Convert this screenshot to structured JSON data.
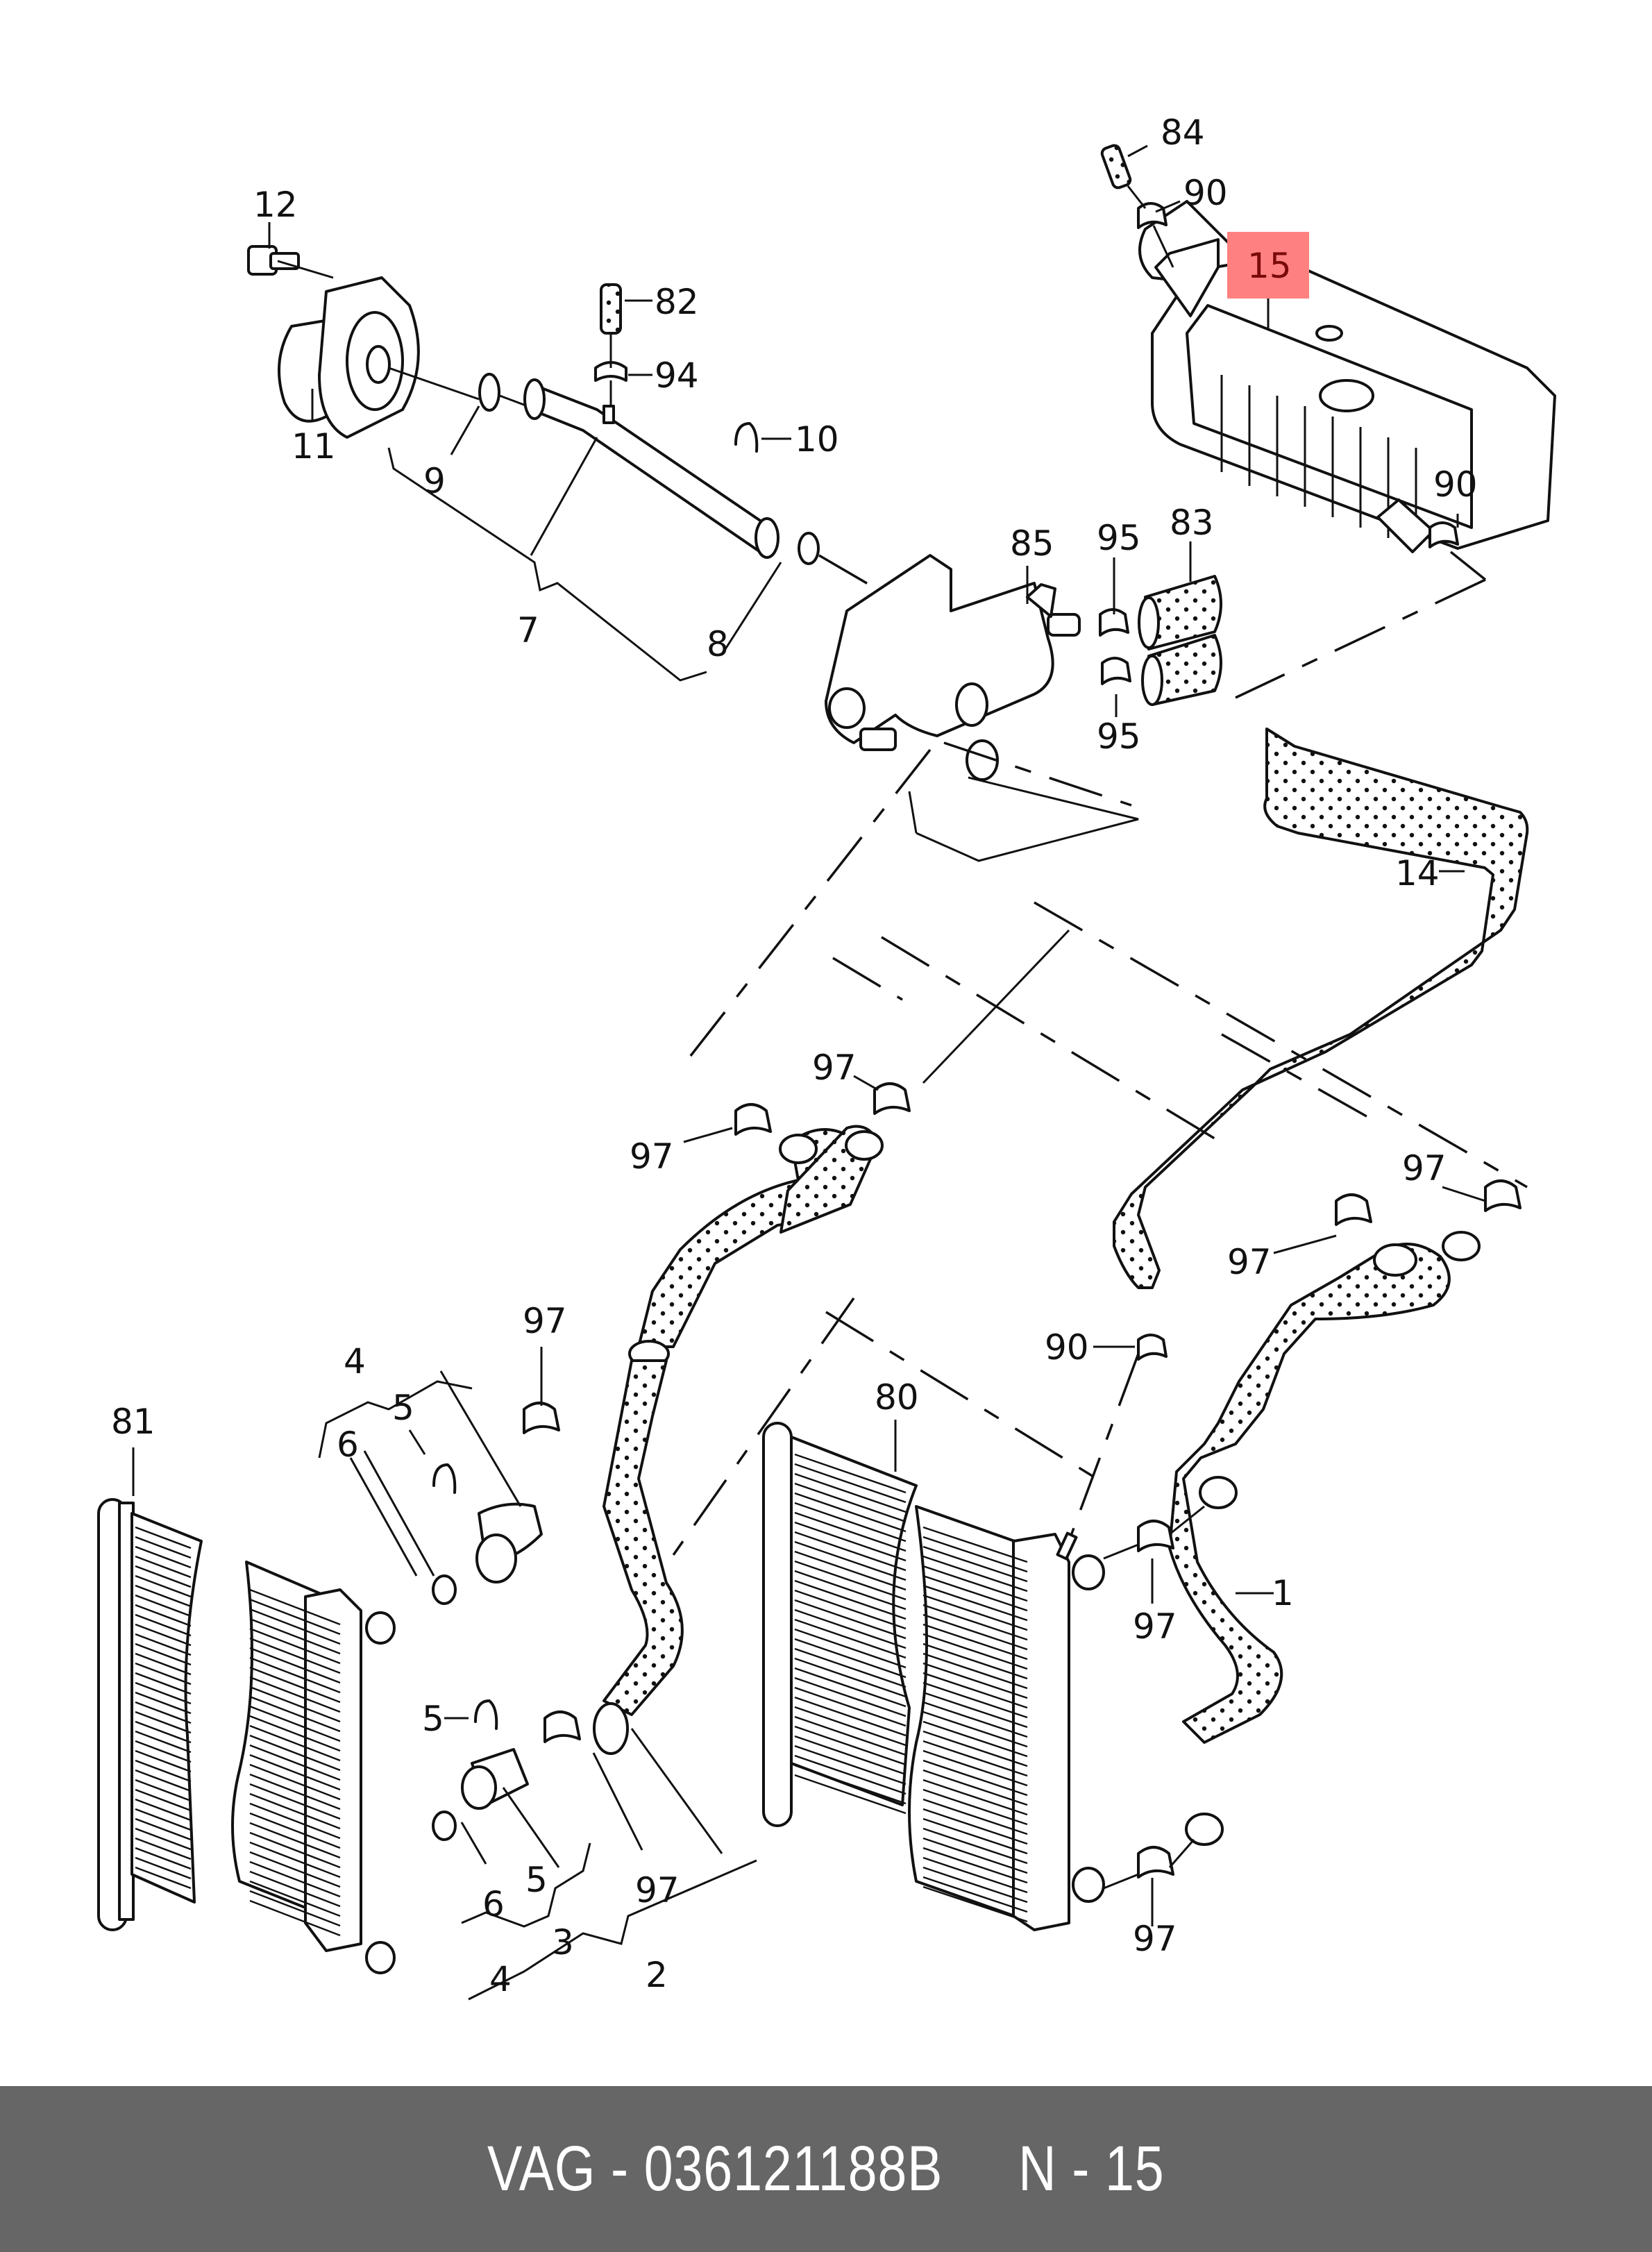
{
  "diagram": {
    "title": "Cooling system parts diagram",
    "highlight_color": "#ff8080",
    "highlighted_part": "15",
    "labels": [
      {
        "id": "12",
        "text": "12"
      },
      {
        "id": "11",
        "text": "11"
      },
      {
        "id": "9",
        "text": "9"
      },
      {
        "id": "7",
        "text": "7"
      },
      {
        "id": "8",
        "text": "8"
      },
      {
        "id": "82",
        "text": "82"
      },
      {
        "id": "94",
        "text": "94"
      },
      {
        "id": "10",
        "text": "10"
      },
      {
        "id": "84",
        "text": "84"
      },
      {
        "id": "90a",
        "text": "90"
      },
      {
        "id": "15",
        "text": "15"
      },
      {
        "id": "90b",
        "text": "90"
      },
      {
        "id": "85",
        "text": "85"
      },
      {
        "id": "95a",
        "text": "95"
      },
      {
        "id": "83",
        "text": "83"
      },
      {
        "id": "95b",
        "text": "95"
      },
      {
        "id": "14",
        "text": "14"
      },
      {
        "id": "97a",
        "text": "97"
      },
      {
        "id": "97b",
        "text": "97"
      },
      {
        "id": "97c",
        "text": "97"
      },
      {
        "id": "97d",
        "text": "97"
      },
      {
        "id": "97e",
        "text": "97"
      },
      {
        "id": "90c",
        "text": "90"
      },
      {
        "id": "4a",
        "text": "4"
      },
      {
        "id": "5a",
        "text": "5"
      },
      {
        "id": "6a",
        "text": "6"
      },
      {
        "id": "81",
        "text": "81"
      },
      {
        "id": "80",
        "text": "80"
      },
      {
        "id": "1",
        "text": "1"
      },
      {
        "id": "97f",
        "text": "97"
      },
      {
        "id": "5b",
        "text": "5"
      },
      {
        "id": "5c",
        "text": "5"
      },
      {
        "id": "6b",
        "text": "6"
      },
      {
        "id": "97g",
        "text": "97"
      },
      {
        "id": "3",
        "text": "3"
      },
      {
        "id": "4b",
        "text": "4"
      },
      {
        "id": "2",
        "text": "2"
      },
      {
        "id": "97h",
        "text": "97"
      },
      {
        "id": "97i",
        "text": "97"
      }
    ]
  },
  "footer": {
    "brand": "VAG",
    "part_number": "036121188B",
    "position": "N - 15",
    "text": "VAG - 036121188B     N - 15"
  }
}
